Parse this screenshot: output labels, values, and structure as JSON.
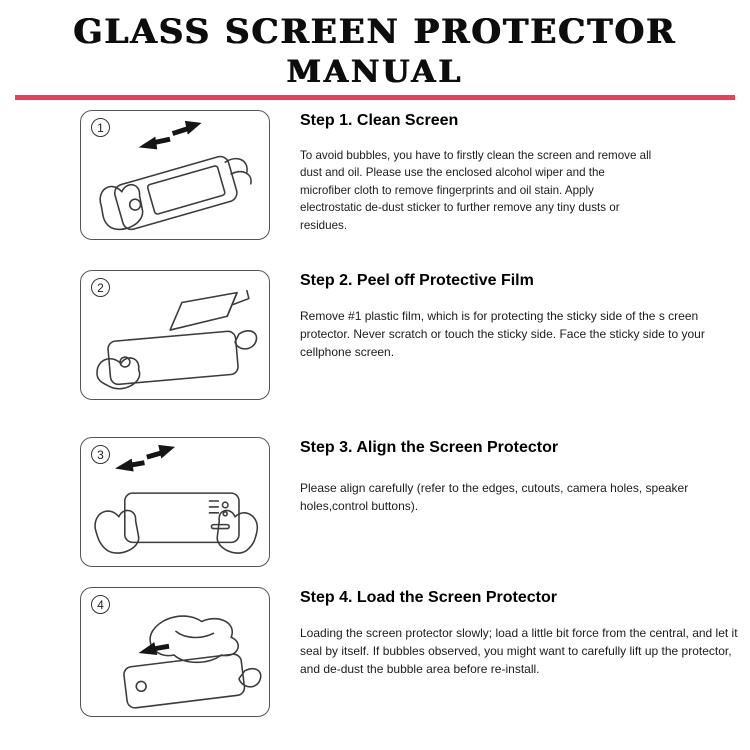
{
  "title": {
    "line1": "GLASS SCREEN PROTECTOR",
    "line2": "MANUAL"
  },
  "accent_color": "#ee3d55",
  "steps": [
    {
      "number": "1",
      "heading": "Step 1. Clean Screen",
      "body": "To avoid bubbles, you have to firstly clean the screen and remove all dust and oil. Please use the enclosed alcohol wiper and the microfiber cloth to remove fingerprints and oil stain. Apply electrostatic de-dust sticker to further remove any tiny dusts or residues.",
      "illustration": "tilted phone wiped by hand with back-and-forth arrows"
    },
    {
      "number": "2",
      "heading": "Step 2. Peel off Protective Film",
      "body": "Remove #1 plastic film, which is for protecting the sticky side of the s creen protector. Never scratch or touch the sticky side. Face the sticky side to your cellphone screen.",
      "illustration": "hand peeling protective film from phone"
    },
    {
      "number": "3",
      "heading": "Step 3. Align the Screen Protector",
      "body": "Please align carefully (refer to the edges, cutouts, camera holes, speaker holes,control buttons).",
      "illustration": "two hands aligning protector over phone with arrows"
    },
    {
      "number": "4",
      "heading": "Step 4. Load the Screen Protector",
      "body": "Loading the screen protector slowly; load a little bit force from the central, and let it seal by itself. If bubbles observed, you might want to carefully lift up the protector, and de-dust the bubble area before re-install.",
      "illustration": "hand pressing cloth onto phone with arrow"
    }
  ]
}
